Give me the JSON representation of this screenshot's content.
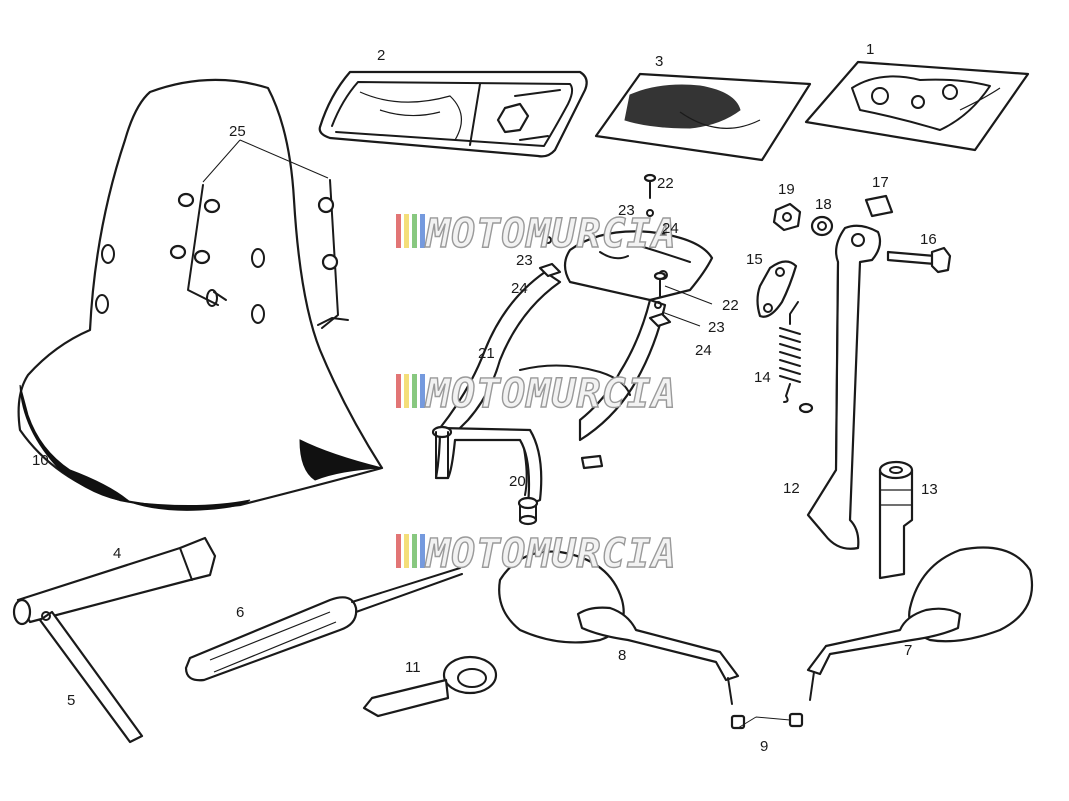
{
  "diagram": {
    "callouts": {
      "c1": "1",
      "c2": "2",
      "c3": "3",
      "c4": "4",
      "c5": "5",
      "c6": "6",
      "c7": "7",
      "c8": "8",
      "c9": "9",
      "c10": "10",
      "c11": "11",
      "c12": "12",
      "c13": "13",
      "c14": "14",
      "c15": "15",
      "c16": "16",
      "c17": "17",
      "c18": "18",
      "c19": "19",
      "c20": "20",
      "c21": "21",
      "c22a": "22",
      "c22b": "22",
      "c23a": "23",
      "c23b": "23",
      "c23c": "23",
      "c24a": "24",
      "c24b": "24",
      "c24c": "24",
      "c25": "25"
    },
    "watermark": {
      "text": "MOTOMURCIA",
      "colors": [
        "#d63b3b",
        "#f0d040",
        "#55b04a",
        "#3b6fd0"
      ]
    }
  }
}
